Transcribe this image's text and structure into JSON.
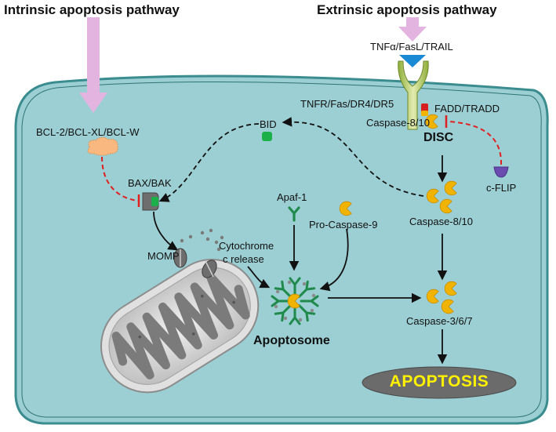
{
  "titles": {
    "intrinsic": "Intrinsic apoptosis pathway",
    "extrinsic": "Extrinsic apoptosis pathway"
  },
  "labels": {
    "ligands": "TNFα/FasL/TRAIL",
    "receptors": "TNFR/Fas/DR4/DR5",
    "adaptors": "FADD/TRADD",
    "caspase_disc": "Caspase-8/10",
    "disc": "DISC",
    "cflip": "c-FLIP",
    "bid": "BID",
    "bcl2": "BCL-2/BCL-XL/BCL-W",
    "baxbak": "BAX/BAK",
    "momp": "MOMP",
    "cytochrome_line1": "Cytochrome",
    "cytochrome_line2": "c release",
    "apaf1": "Apaf-1",
    "procaspase9": "Pro-Caspase-9",
    "caspase_active": "Caspase-8/10",
    "caspase_exec": "Caspase-3/6/7",
    "apoptosome": "Apoptosome",
    "apoptosis": "APOPTOSIS"
  },
  "colors": {
    "cell_fill": "#9ccfd3",
    "cell_border": "#3b8c8f",
    "input_arrow": "#e3b4df",
    "caspase": "#f0b400",
    "apaf": "#1f8a4c",
    "inhibitor_line": "#e02020",
    "apoptosis_fill": "#6b6b6b",
    "apoptosis_text": "#fff200"
  }
}
